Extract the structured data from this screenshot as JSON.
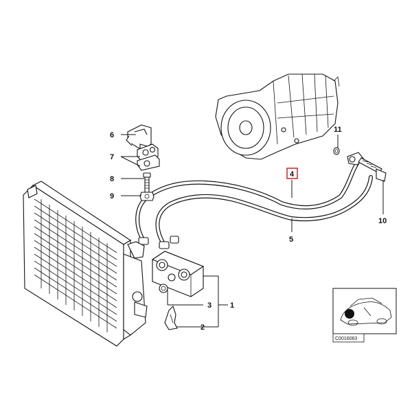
{
  "callouts": {
    "c1": "1",
    "c2": "2",
    "c3": "3",
    "c4": "4",
    "c5": "5",
    "c6": "6",
    "c7": "7",
    "c8": "8",
    "c9": "9",
    "c10": "10",
    "c11": "11"
  },
  "highlight_color": "#cc2222",
  "inset": {
    "reference_code": "C0016063"
  }
}
